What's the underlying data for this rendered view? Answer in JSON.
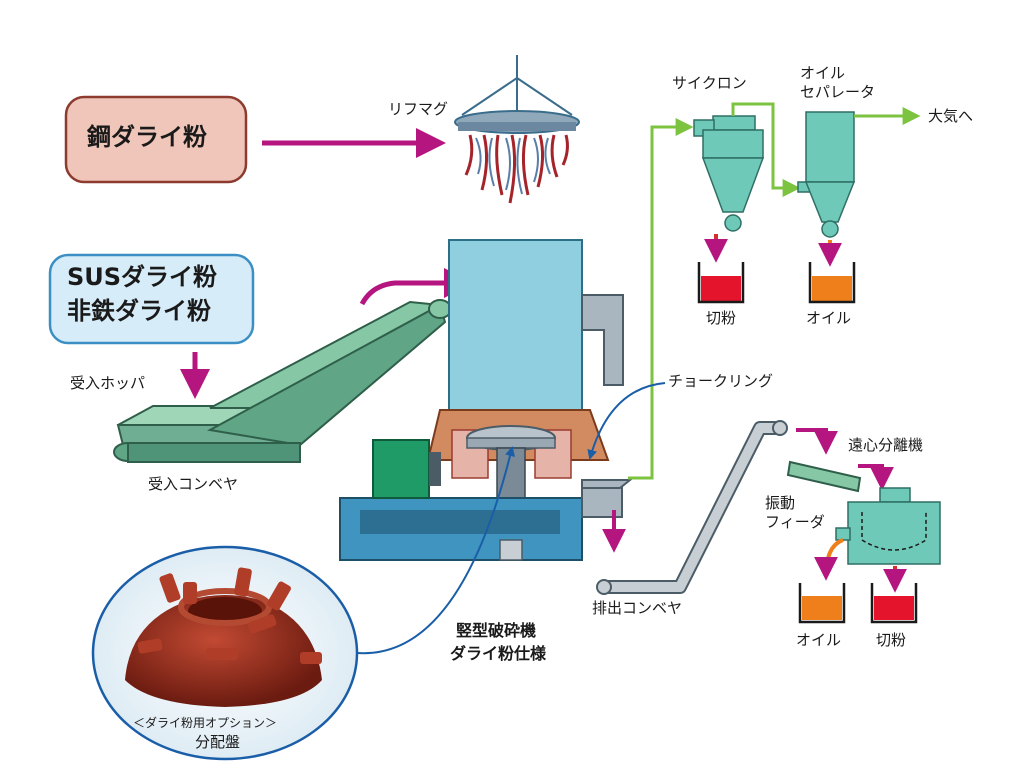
{
  "inputs": {
    "steel_dry_powder": "鋼ダライ粉",
    "sus_dry_powder": "SUSダライ粉",
    "nonferrous_dry_powder": "非鉄ダライ粉"
  },
  "labels": {
    "lift_magnet": "リフマグ",
    "receiving_hopper": "受入ホッパ",
    "receiving_conveyor": "受入コンベヤ",
    "cyclone": "サイクロン",
    "oil_separator_line1": "オイル",
    "oil_separator_line2": "セパレータ",
    "to_atmosphere": "大気へ",
    "cut_powder_top": "切粉",
    "oil_top": "オイル",
    "choke_ring": "チョークリング",
    "centrifuge": "遠心分離機",
    "vibrating_feeder_line1": "振動",
    "vibrating_feeder_line2": "フィーダ",
    "discharge_conveyor": "排出コンベヤ",
    "oil_bottom": "オイル",
    "cut_powder_bottom": "切粉",
    "crusher_line1": "竪型破砕機",
    "crusher_line2": "ダライ粉仕様",
    "option_caption": "＜ダライ粉用オプション＞",
    "distributor_plate": "分配盤"
  },
  "colors": {
    "flow_arrow": "#b5157e",
    "air_line": "#7cc33f",
    "pointer_line": "#1a5ea8",
    "machine_teal": "#6fc9b8",
    "machine_blue": "#8fcfdf",
    "conveyor_green": "#86c8a6",
    "chute_grey": "#a9b6bf",
    "steel_box": "#efc6b9",
    "sus_box": "#d6ecf8",
    "cut_powder_fill": "#e3142c",
    "oil_fill": "#ef7f1a",
    "distributor_red": "#9a2a1a"
  }
}
